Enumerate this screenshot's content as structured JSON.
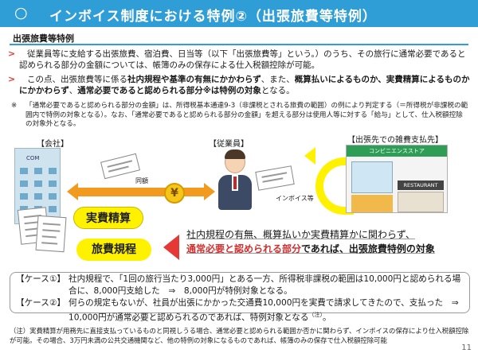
{
  "header": {
    "circle": "○",
    "title": "インボイス制度における特例②（出張旅費等特例）"
  },
  "section": {
    "heading": "出張旅費等特例"
  },
  "para1": {
    "text": "従業員等に支給する出張旅費、宿泊費、日当等（以下「出張旅費等」という。）のうち、その旅行に通常必要であると認められる部分の金額については、帳簿のみの保存による仕入税額控除が可能。"
  },
  "para2": {
    "t1": "この点、出張旅費等に係る",
    "b1": "社内規程や基準の有無にかかわらず",
    "t2": "、また、",
    "b2": "概算払いによるものか、実費精算によるものかにかかわらず",
    "t3": "、",
    "b3": "通常必要であると認められる部分※は特例の対象",
    "t4": "となる。"
  },
  "note": {
    "mark": "※",
    "text": "「通常必要であると認められる部分の金額」は、所得税基本通達9-3（非課税とされる旅費の範囲）の例により判定する（＝所得税が非課税の範囲内で特例の対象となる）。なお、「通常必要であると認められる部分の金額」を超える部分は使用人等に対する「給与」として、仕入税額控除の対象外となる。"
  },
  "diagram": {
    "company_label": "【会社】",
    "employee_label": "【従業員】",
    "store_label": "【出張先での雑費支払先】",
    "doc_label": "同額",
    "invoice_label": "インボイス等",
    "store_sign": "RESTAURANT",
    "store_banner": "コンビニエンスストア",
    "company_sign": "COM",
    "yen": "¥",
    "bubble1": "実費精算",
    "bubble2": "旅費規程",
    "cond_line1": "社内規程の有無、概算払いか実費精算かに関わらず、",
    "cond_line2_u": "通常必要と認められる部分",
    "cond_line2_t": "であれば、出張旅費特例の対象"
  },
  "cases": {
    "c1_label": "【ケース①】",
    "c1_text": "社内規程で、「1回の旅行当たり3,000円」とある一方、所得税非課税の範囲は10,000円と認められる場合に、8,000円支給した　⇒　8,000円が特例対象となる。",
    "c2_label": "【ケース②】",
    "c2_text": "何らの規定もないが、社員が出張にかかった交通費10,000円を実費で請求してきたので、支払った　⇒　10,000円が通常必要と認められるのであれば、特例対象となる",
    "c2_sup": "（注）",
    "c2_end": "。"
  },
  "footnote": {
    "text": "（注）実費精算が用務先に直接支払っているものと同視しうる場合、通常必要と認められる範囲か否かに関わらず、インボイスの保存により仕入税額控除が可能。その場合、3万円未満の公共交通機関など、他の特例の対象になるものであれば、帳簿のみの保存で仕入税額控除可能"
  },
  "page_number": "11"
}
